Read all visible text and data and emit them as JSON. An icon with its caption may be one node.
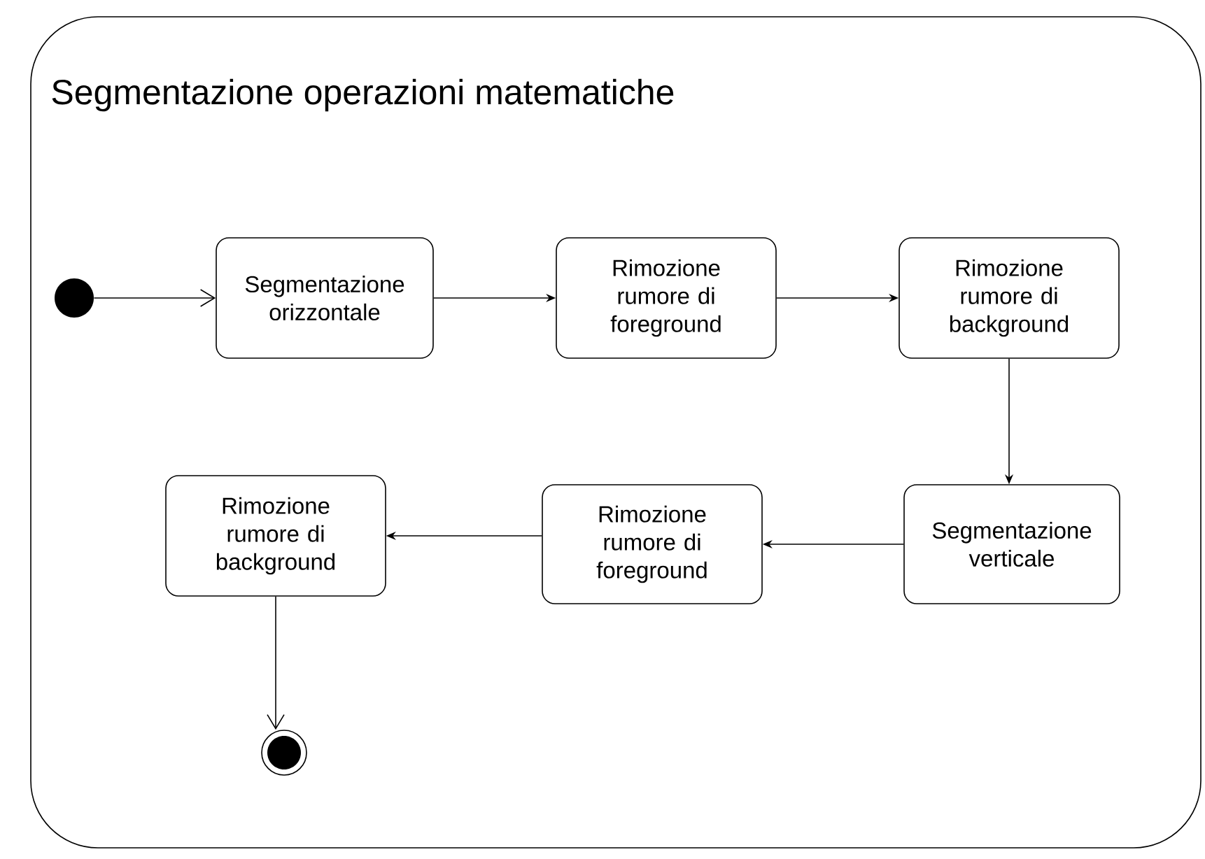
{
  "diagram": {
    "nodes": [
      {
        "text": [
          "Segmentazione operazioni matematiche"
        ]
      },
      {
        "text": [],
        "shape": "circle",
        "in": 0
      },
      {
        "text": [
          "Segmentazione orizzontale"
        ],
        "in": 0
      },
      {
        "text": [
          "Rimozione rumore di foreground"
        ],
        "in": 0
      },
      {
        "text": [
          "Rimozione rumore di background"
        ],
        "in": 0
      },
      {
        "text": [
          "Segmentazione verticale"
        ],
        "in": 0
      },
      {
        "text": [
          "Rimozione rumore di foreground"
        ],
        "in": 0
      },
      {
        "text": [
          "Rimozione rumore di background"
        ],
        "in": 0
      },
      {
        "text": [],
        "shape": "circle",
        "in": 0
      }
    ],
    "edges": [
      {
        "from": 1,
        "to": 2,
        "arrow": "to"
      },
      {
        "from": 2,
        "to": 3,
        "arrow": "to"
      },
      {
        "from": 3,
        "to": 4,
        "arrow": "to"
      },
      {
        "from": 4,
        "to": 5,
        "arrow": "to"
      },
      {
        "from": 5,
        "to": 6,
        "arrow": "to"
      },
      {
        "from": 6,
        "to": 7,
        "arrow": "to"
      },
      {
        "from": 7,
        "to": 8,
        "arrow": "to"
      }
    ]
  }
}
